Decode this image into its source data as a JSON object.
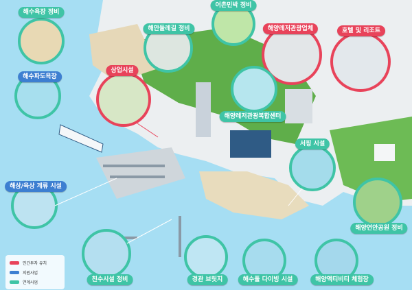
{
  "colors": {
    "private_investment": "#e8435a",
    "municipal_project": "#3d7fd1",
    "linked_project": "#3fc4a6",
    "sea": "#9fdcf2",
    "land": "#eef1f2",
    "forest": "#5fae4a",
    "sand": "#e6d8b8"
  },
  "labels": [
    {
      "id": "beach-maintenance",
      "text": "해수욕장 정비",
      "style": "teal"
    },
    {
      "id": "promenade-maintenance",
      "text": "해안둘레길 정비",
      "style": "teal"
    },
    {
      "id": "fishing-village-maintenance",
      "text": "어촌민박 정비",
      "style": "teal"
    },
    {
      "id": "marine-leisure-business",
      "text": "해양레저관광업체",
      "style": "red"
    },
    {
      "id": "hotel-resort",
      "text": "호텔 및 리조트",
      "style": "red"
    },
    {
      "id": "breakwater-beach",
      "text": "해수파도욕장",
      "style": "teal"
    },
    {
      "id": "commercial-facility",
      "text": "상업시설",
      "style": "red"
    },
    {
      "id": "marine-leisure-center",
      "text": "해양레저관광복합센터",
      "style": "teal"
    },
    {
      "id": "surfing-facility",
      "text": "서핑 시설",
      "style": "teal"
    },
    {
      "id": "mooring-facility",
      "text": "해상/육상 계류 시설",
      "style": "teal"
    },
    {
      "id": "coastal-park-maintenance",
      "text": "해양연안공원 정비",
      "style": "teal"
    },
    {
      "id": "waterfront-maintenance",
      "text": "친수시설 정비",
      "style": "teal"
    },
    {
      "id": "scenic-bridge",
      "text": "경관 브릿지",
      "style": "teal"
    },
    {
      "id": "diving-pool",
      "text": "해수풀 다이빙 시설",
      "style": "teal"
    },
    {
      "id": "marine-activity",
      "text": "해양액티비티 체험장",
      "style": "teal"
    }
  ],
  "legend": {
    "items": [
      {
        "text": "민간투자 유치",
        "color": "#e8435a"
      },
      {
        "text": "지원사업",
        "color": "#3d7fd1"
      },
      {
        "text": "연계사업",
        "color": "#3fc4a6"
      }
    ]
  }
}
